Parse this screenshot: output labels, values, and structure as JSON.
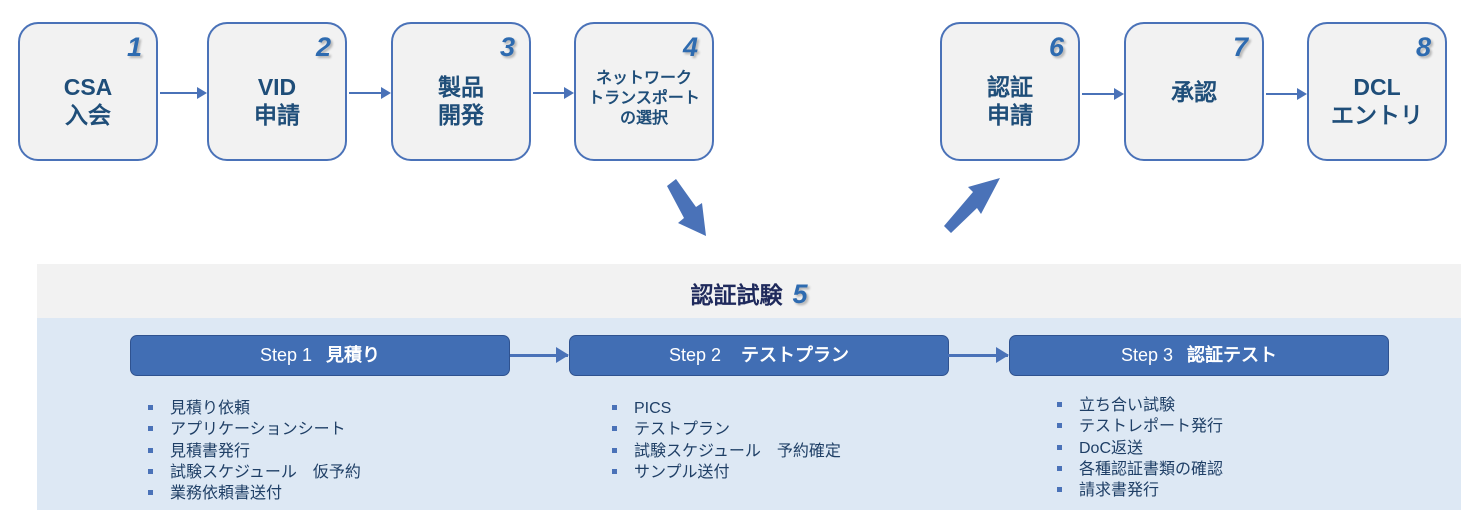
{
  "stages": [
    {
      "num": "1",
      "label": "CSA\n入会"
    },
    {
      "num": "2",
      "label": "VID\n申請"
    },
    {
      "num": "3",
      "label": "製品\n開発"
    },
    {
      "num": "4",
      "label": "ネットワーク\nトランスポート\nの選択"
    },
    {
      "num": "6",
      "label": "認証\n申請"
    },
    {
      "num": "7",
      "label": "承認"
    },
    {
      "num": "8",
      "label": "DCL\nエントリ"
    }
  ],
  "certification_test": {
    "title": "認証試験",
    "num": "5",
    "steps": [
      {
        "prefix": "Step 1",
        "name": "見積り",
        "items": [
          "見積り依頼",
          "アプリケーションシート",
          "見積書発行",
          "試験スケジュール　仮予約",
          "業務依頼書送付"
        ]
      },
      {
        "prefix": "Step 2",
        "name": "テストプラン",
        "items": [
          "PICS",
          "テストプラン",
          "試験スケジュール　予約確定",
          "サンプル送付"
        ]
      },
      {
        "prefix": "Step 3",
        "name": "認証テスト",
        "items": [
          "立ち合い試験",
          "テストレポート発行",
          "DoC返送",
          "各種認証書類の確認",
          "請求書発行"
        ]
      }
    ]
  },
  "colors": {
    "stage_border": "#4a72b8",
    "stage_fill": "#f2f2f2",
    "stage_text": "#1f4e79",
    "number_accent": "#2e6bb0",
    "step_fill": "#416eb4",
    "panel_header": "#f2f2f2",
    "panel_body": "#dde8f4"
  }
}
